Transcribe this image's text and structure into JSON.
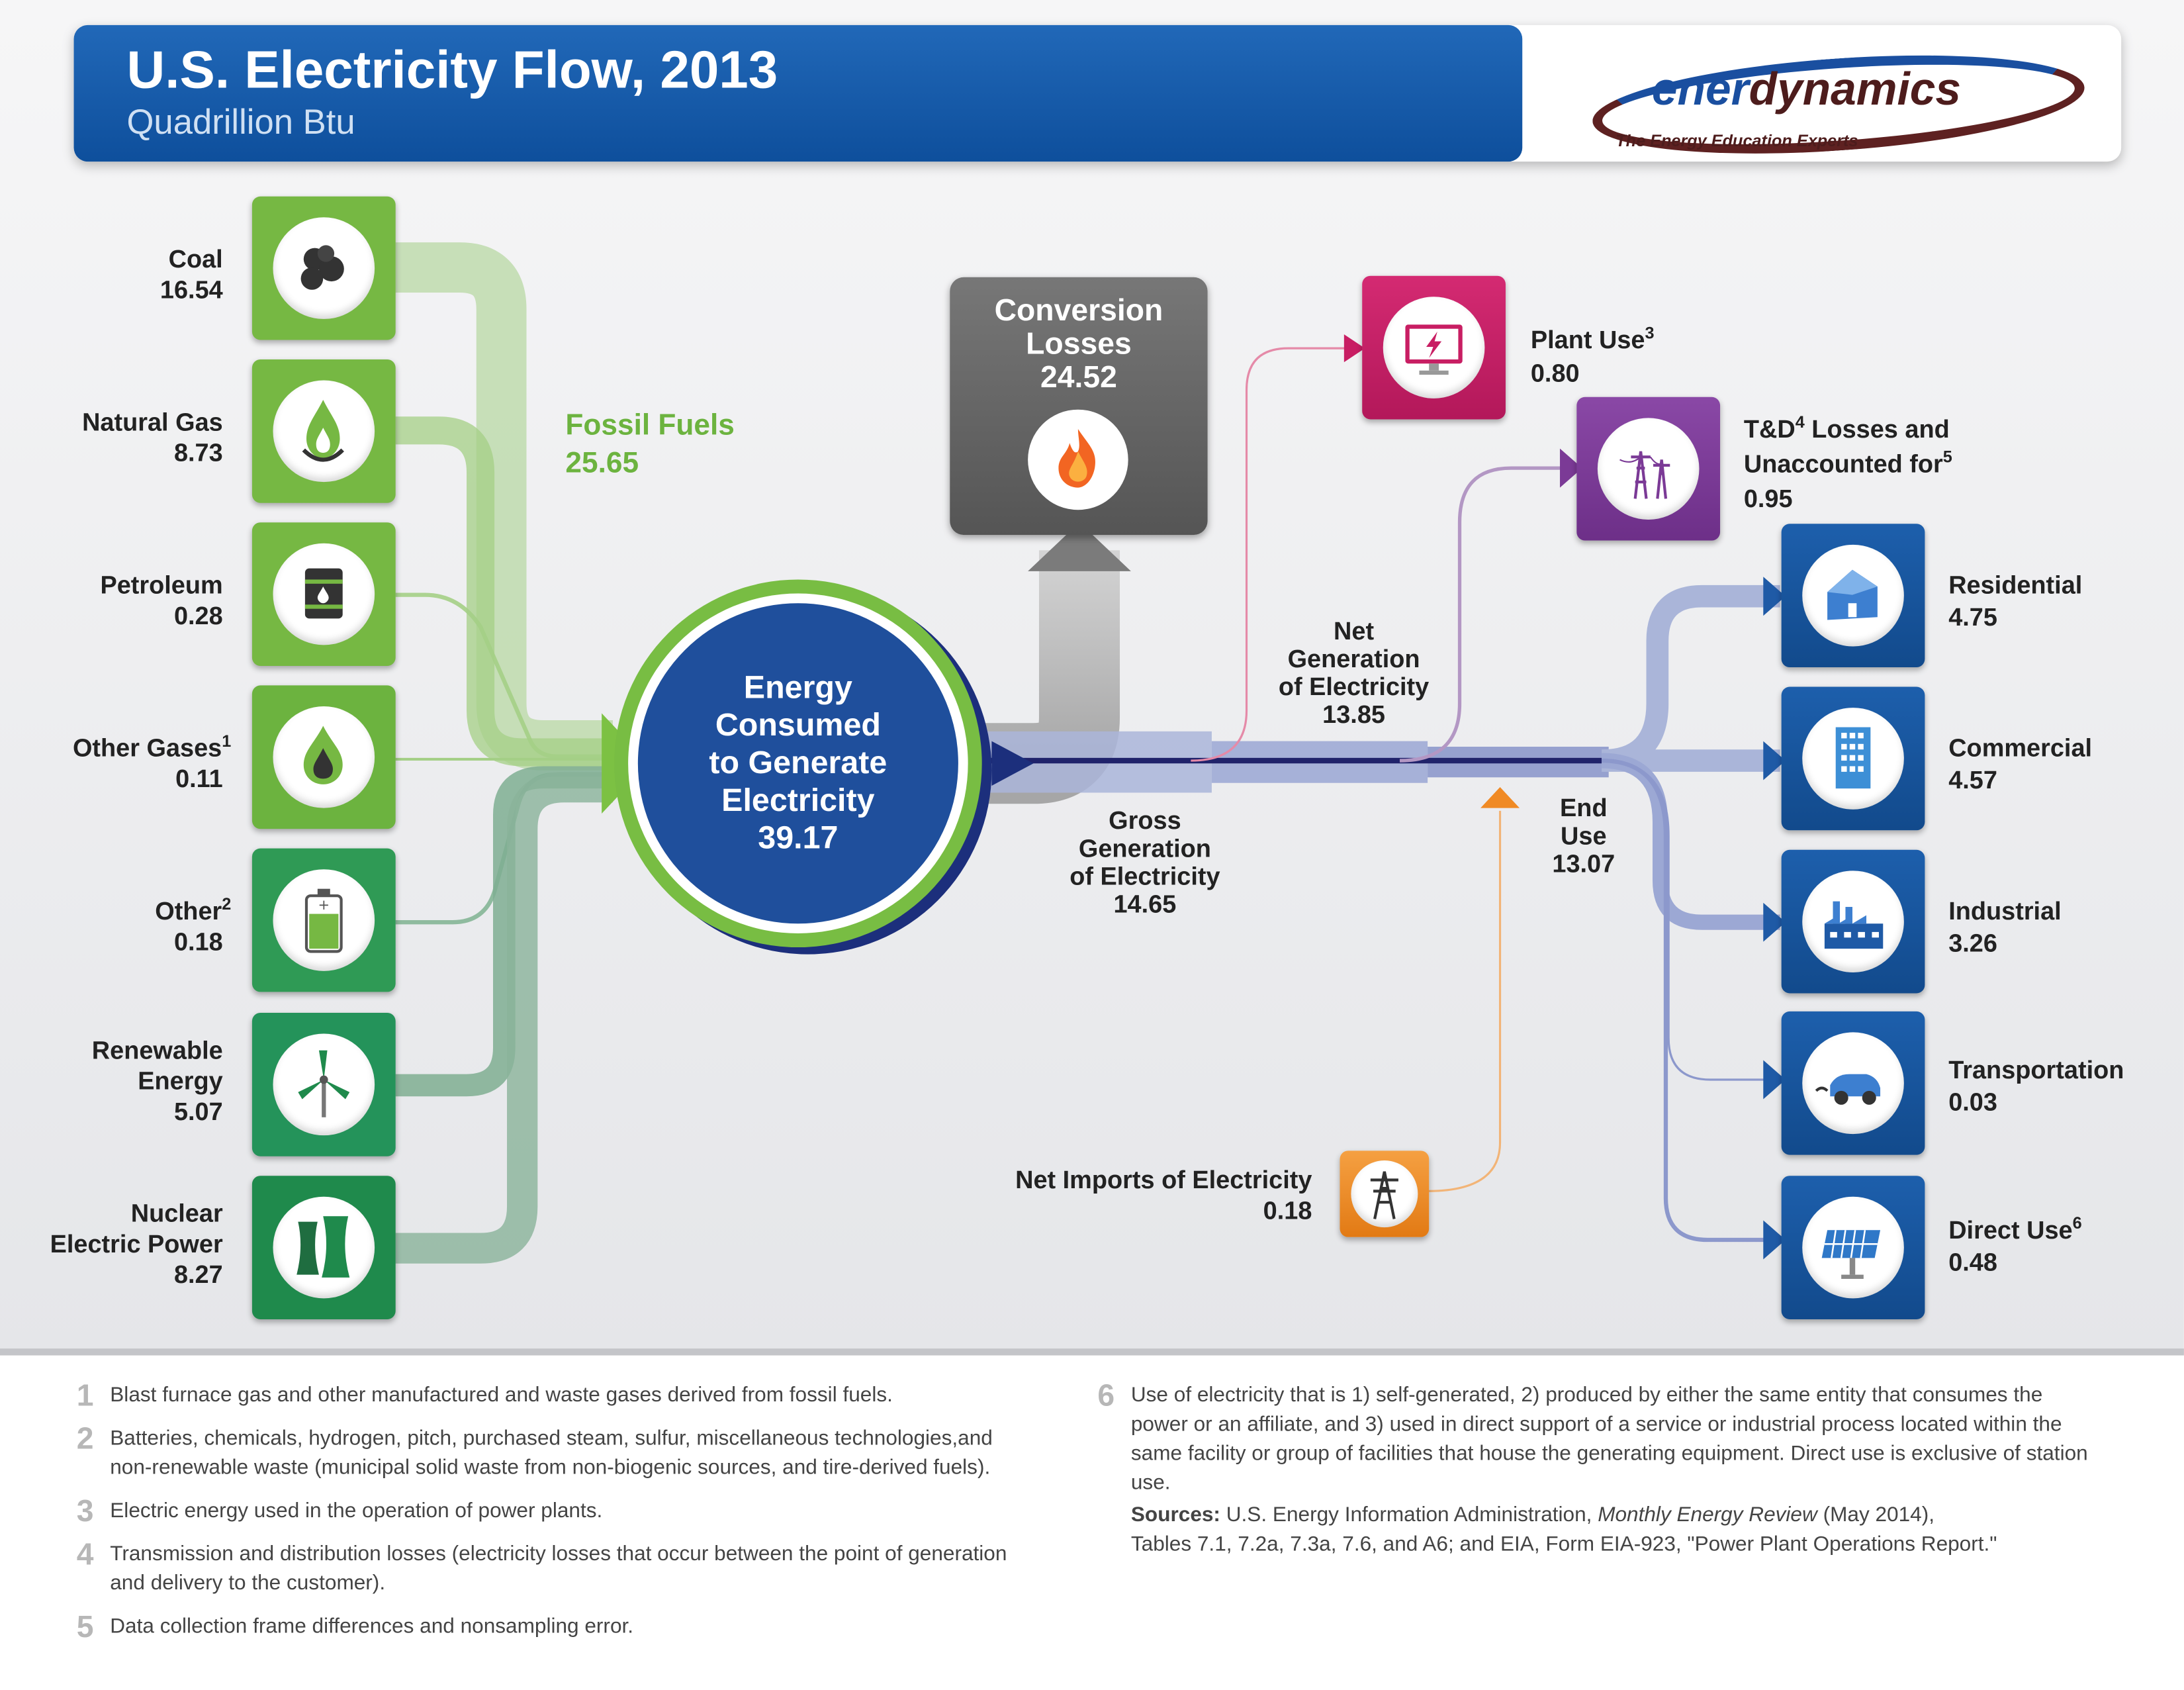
{
  "header": {
    "title": "U.S. Electricity Flow, 2013",
    "subtitle": "Quadrillion Btu"
  },
  "logo": {
    "text_a": "ener",
    "text_b": "dynamics",
    "tagline": "The Energy Education Experts"
  },
  "sources_in": [
    {
      "name": "Coal",
      "value": "16.54",
      "sup": "",
      "icon": "coal-icon",
      "color": "#6cb33f"
    },
    {
      "name": "Natural Gas",
      "value": "8.73",
      "sup": "",
      "icon": "flame-drop-icon",
      "color": "#6cb33f"
    },
    {
      "name": "Petroleum",
      "value": "0.28",
      "sup": "",
      "icon": "oil-barrel-icon",
      "color": "#6cb33f"
    },
    {
      "name": "Other Gases",
      "value": "0.11",
      "sup": "1",
      "icon": "gas-drop-icon",
      "color": "#6cb33f"
    },
    {
      "name": "Other",
      "value": "0.18",
      "sup": "2",
      "icon": "battery-icon",
      "color": "#2f9a55"
    },
    {
      "name": "Renewable Energy",
      "value": "5.07",
      "sup": "",
      "icon": "wind-turbine-icon",
      "color": "#2f9a55"
    },
    {
      "name": "Nuclear Electric Power",
      "value": "8.27",
      "sup": "",
      "icon": "cooling-tower-icon",
      "color": "#1f8a4c"
    }
  ],
  "fossil": {
    "label": "Fossil Fuels",
    "value": "25.65"
  },
  "hub": {
    "line1": "Energy",
    "line2": "Consumed",
    "line3": "to Generate",
    "line4": "Electricity",
    "value": "39.17"
  },
  "conversion": {
    "line1": "Conversion",
    "line2": "Losses",
    "value": "24.52",
    "icon": "fire-icon"
  },
  "gross": {
    "line1": "Gross",
    "line2": "Generation",
    "line3": "of Electricity",
    "value": "14.65"
  },
  "net": {
    "line1": "Net",
    "line2": "Generation",
    "line3": "of Electricity",
    "value": "13.85"
  },
  "end_use": {
    "line1": "End",
    "line2": "Use",
    "value": "13.07"
  },
  "plant_use": {
    "name": "Plant Use",
    "sup": "3",
    "value": "0.80",
    "icon": "monitor-icon",
    "color": "#c81e63"
  },
  "td_losses": {
    "line1a": "T&D",
    "sup1": "4",
    "line1b": " Losses and",
    "line2": "Unaccounted for",
    "sup2": "5",
    "value": "0.95",
    "icon": "transmission-tower-icon",
    "color": "#7b3a96"
  },
  "imports": {
    "name": "Net Imports of Electricity",
    "value": "0.18",
    "icon": "pylon-icon",
    "color": "#f08a24"
  },
  "end_uses": [
    {
      "name": "Residential",
      "value": "4.75",
      "sup": "",
      "icon": "house-icon"
    },
    {
      "name": "Commercial",
      "value": "4.57",
      "sup": "",
      "icon": "office-building-icon"
    },
    {
      "name": "Industrial",
      "value": "3.26",
      "sup": "",
      "icon": "factory-icon"
    },
    {
      "name": "Transportation",
      "value": "0.03",
      "sup": "",
      "icon": "electric-car-icon"
    },
    {
      "name": "Direct Use",
      "value": "0.48",
      "sup": "6",
      "icon": "solar-panel-icon"
    }
  ],
  "footnotes": [
    {
      "num": "1",
      "text": "Blast furnace gas and other manufactured and waste gases derived from fossil fuels."
    },
    {
      "num": "2",
      "text": "Batteries, chemicals, hydrogen, pitch, purchased steam, sulfur, miscellaneous technologies,and non-renewable waste (municipal solid waste from non-biogenic sources, and tire-derived fuels)."
    },
    {
      "num": "3",
      "text": "Electric energy used in the operation of power plants."
    },
    {
      "num": "4",
      "text": "Transmission and distribution losses (electricity losses that occur between the point of generation and delivery to the customer)."
    },
    {
      "num": "5",
      "text": "Data collection frame differences and nonsampling error."
    },
    {
      "num": "6",
      "text": "Use of electricity that is 1) self-generated, 2) produced by either the same entity that consumes the power or an affiliate, and 3) used in direct support of a service or industrial process located within the same facility or group of facilities that house the generating equipment. Direct use is exclusive of station use."
    }
  ],
  "sources_note": {
    "label": "Sources:",
    "text1": " U.S. Energy Information Administration, ",
    "italic": "Monthly Energy Review",
    "text2": " (May 2014),",
    "line2": "Tables 7.1, 7.2a, 7.3a, 7.6, and A6; and EIA, Form EIA-923, \"Power Plant Operations Report.\""
  }
}
